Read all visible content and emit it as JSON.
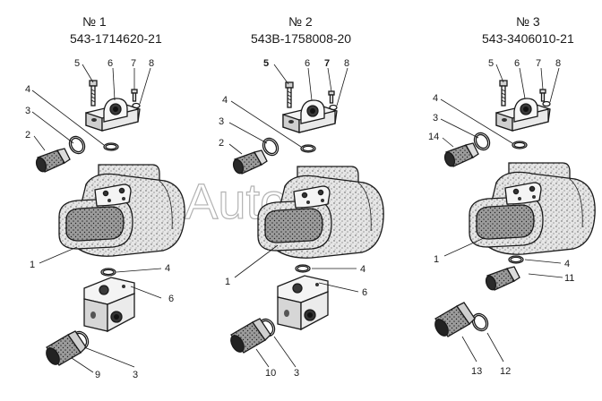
{
  "watermark": "AutoSoft",
  "variants": [
    {
      "number_label": "№ 1",
      "part_number": "543-1714620-21",
      "callouts": [
        "5",
        "6",
        "7",
        "8",
        "4",
        "3",
        "2",
        "1",
        "4",
        "6",
        "9",
        "3"
      ]
    },
    {
      "number_label": "№ 2",
      "part_number": "543В-1758008-20",
      "callouts": [
        "5",
        "6",
        "7",
        "8",
        "4",
        "3",
        "2",
        "1",
        "4",
        "6",
        "10",
        "3"
      ]
    },
    {
      "number_label": "№ 3",
      "part_number": "543-3406010-21",
      "callouts": [
        "5",
        "6",
        "7",
        "8",
        "4",
        "3",
        "14",
        "1",
        "4",
        "11",
        "13",
        "12"
      ]
    }
  ]
}
